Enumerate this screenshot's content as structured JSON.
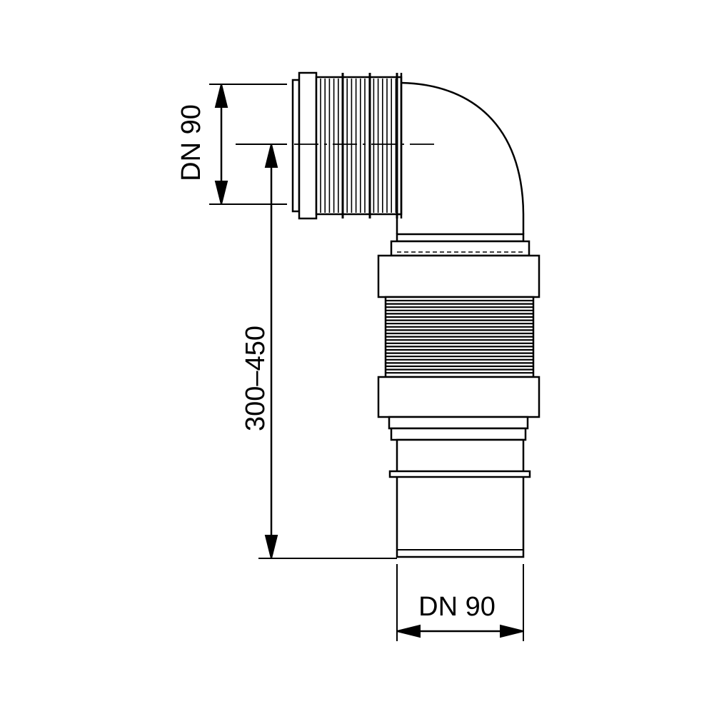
{
  "dimensions": {
    "top_diameter": "DN 90",
    "height_range": "300–450",
    "bottom_diameter": "DN 90"
  },
  "colors": {
    "line": "#000000",
    "fill": "#ffffff"
  }
}
